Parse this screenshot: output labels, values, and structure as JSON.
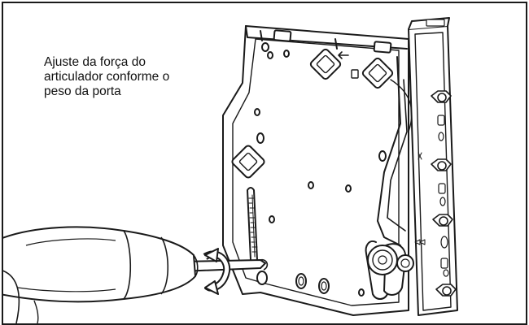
{
  "caption": {
    "lines": [
      "Ajuste da força do",
      "articulador conforme o",
      "peso da porta"
    ]
  },
  "icons": {
    "hinge": "hinge-mechanism-icon",
    "screwdriver": "screwdriver-icon",
    "rotation": "rotation-arrow-icon"
  },
  "colors": {
    "line": "#1a1a1a",
    "fill": "#ffffff"
  }
}
